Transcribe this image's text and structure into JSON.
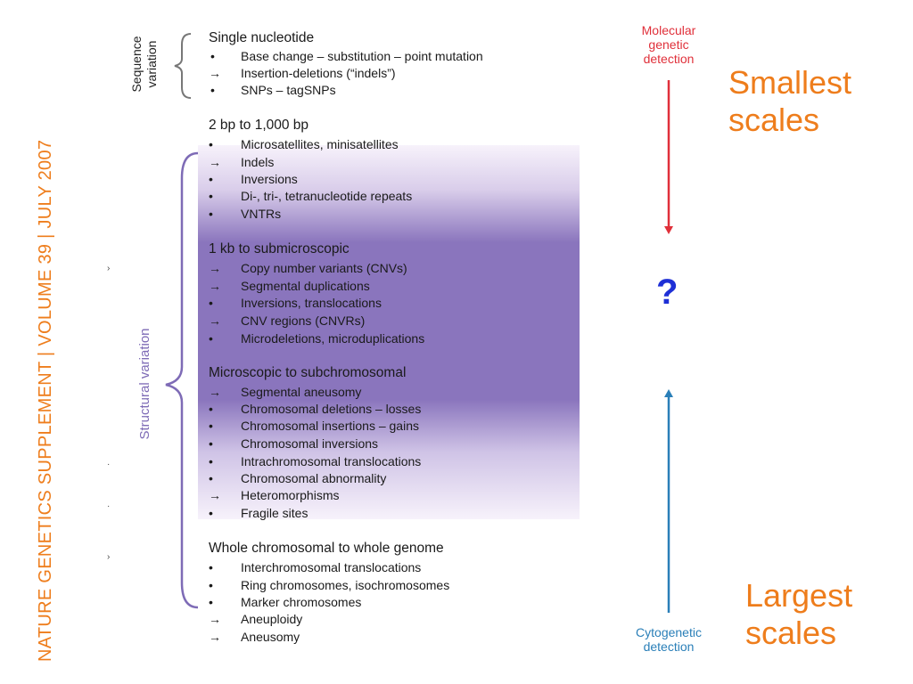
{
  "colors": {
    "orange": "#ee7d1c",
    "red": "#e0303a",
    "blue": "#2a7fb8",
    "qmark_blue": "#1e2fd6",
    "structural_purple": "#7e6bb6",
    "band_deep": "#8a75bd",
    "band_light": "#f7f2fb",
    "bracket_gray": "#777777"
  },
  "journal_label": "NATURE GENETICS SUPPLEMENT | VOLUME 39 | JULY 2007",
  "sequence_variation": {
    "label_line1": "Sequence",
    "label_line2": "variation"
  },
  "structural_variation_label": "Structural variation",
  "marker_symbols": {
    "bullet": "•",
    "arrow": "→"
  },
  "sections": [
    {
      "title": "Single nucleotide",
      "items": [
        {
          "marker": "bullet",
          "text": "Base change – substitution – point mutation"
        },
        {
          "marker": "arrow",
          "text": "Insertion-deletions (“indels”)"
        },
        {
          "marker": "bullet",
          "text": "SNPs – tagSNPs"
        }
      ]
    },
    {
      "title": "2 bp to 1,000 bp",
      "items": [
        {
          "marker": "bullet",
          "text": "Microsatellites, minisatellites"
        },
        {
          "marker": "arrow",
          "text": "Indels"
        },
        {
          "marker": "bullet",
          "text": "Inversions"
        },
        {
          "marker": "bullet",
          "text": "Di-, tri-, tetranucleotide repeats"
        },
        {
          "marker": "bullet",
          "text": "VNTRs"
        }
      ]
    },
    {
      "title": "1 kb to submicroscopic",
      "items": [
        {
          "marker": "arrow",
          "text": "Copy number variants (CNVs)"
        },
        {
          "marker": "arrow",
          "text": "Segmental duplications"
        },
        {
          "marker": "bullet",
          "text": "Inversions, translocations"
        },
        {
          "marker": "arrow",
          "text": "CNV regions (CNVRs)"
        },
        {
          "marker": "bullet",
          "text": "Microdeletions, microduplications"
        }
      ]
    },
    {
      "title": "Microscopic to subchromosomal",
      "items": [
        {
          "marker": "arrow",
          "text": "Segmental aneusomy"
        },
        {
          "marker": "bullet",
          "text": "Chromosomal deletions – losses"
        },
        {
          "marker": "bullet",
          "text": "Chromosomal insertions – gains"
        },
        {
          "marker": "bullet",
          "text": "Chromosomal inversions"
        },
        {
          "marker": "bullet",
          "text": "Intrachromosomal translocations"
        },
        {
          "marker": "bullet",
          "text": "Chromosomal abnormality"
        },
        {
          "marker": "arrow",
          "text": "Heteromorphisms"
        },
        {
          "marker": "bullet",
          "text": "Fragile sites"
        }
      ]
    },
    {
      "title": "Whole chromosomal to whole genome",
      "items": [
        {
          "marker": "bullet",
          "text": "Interchromosomal translocations"
        },
        {
          "marker": "bullet",
          "text": "Ring chromosomes, isochromosomes"
        },
        {
          "marker": "bullet",
          "text": "Marker chromosomes"
        },
        {
          "marker": "arrow",
          "text": "Aneuploidy"
        },
        {
          "marker": "arrow",
          "text": "Aneusomy"
        }
      ]
    }
  ],
  "molecular_detection": {
    "line1": "Molecular",
    "line2": "genetic",
    "line3": "detection"
  },
  "cytogenetic_detection": {
    "line1": "Cytogenetic",
    "line2": "detection"
  },
  "smallest_scales": {
    "line1": "Smallest",
    "line2": "scales"
  },
  "largest_scales": {
    "line1": "Largest",
    "line2": "scales"
  },
  "question_mark": "?",
  "stray_marks": [
    "›",
    "·",
    "·",
    "›"
  ]
}
